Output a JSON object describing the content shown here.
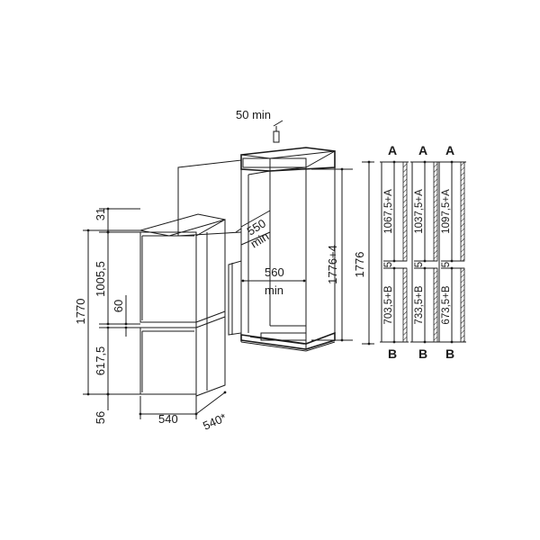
{
  "top_clearance": {
    "value": "50 min"
  },
  "appliance": {
    "dim_top": "31",
    "dim_total_height": "1770",
    "dim_upper_door": "1005,5",
    "dim_gap": "60",
    "dim_lower_door": "617,5",
    "dim_bottom": "56",
    "dim_width": "540",
    "dim_depth": "540*"
  },
  "niche": {
    "dim_depth_value": "550",
    "dim_depth_unit": "min",
    "dim_width_value": "560",
    "dim_width_unit": "min",
    "dim_height_tolerance": "1776+4",
    "dim_height": "1776"
  },
  "door_variants": [
    {
      "top_label": "A",
      "upper_dim": "1067,5+A",
      "gap_dim": "5",
      "lower_dim": "703,5+B",
      "bottom_label": "B"
    },
    {
      "top_label": "A",
      "upper_dim": "1037,5+A",
      "gap_dim": "5",
      "lower_dim": "733,5+B",
      "bottom_label": "B"
    },
    {
      "top_label": "A",
      "upper_dim": "1097,5+A",
      "gap_dim": "5",
      "lower_dim": "673,5+B",
      "bottom_label": "B"
    }
  ]
}
